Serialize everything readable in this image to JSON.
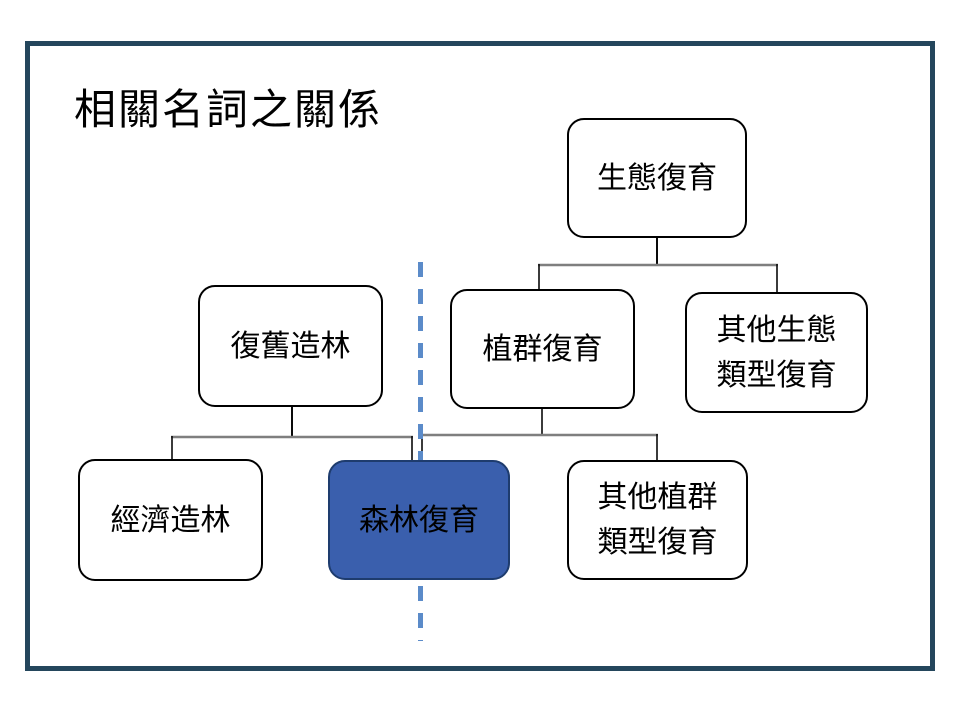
{
  "slide": {
    "title": "相關名詞之關係"
  },
  "diagram": {
    "type": "hierarchy",
    "nodes": [
      {
        "id": "shengtai-fuyu",
        "label": "生態復育",
        "level": 1,
        "highlighted": false
      },
      {
        "id": "fujiu-zaolin",
        "label": "復舊造林",
        "level": 2,
        "highlighted": false
      },
      {
        "id": "zhiqun-fuyu",
        "label": "植群復育",
        "level": 2,
        "highlighted": false
      },
      {
        "id": "qita-shengtai",
        "label": "其他生態\n類型復育",
        "level": 2,
        "highlighted": false
      },
      {
        "id": "jingji-zaolin",
        "label": "經濟造林",
        "level": 3,
        "highlighted": false
      },
      {
        "id": "senlin-fuyu",
        "label": "森林復育",
        "level": 3,
        "highlighted": true
      },
      {
        "id": "qita-zhiqun",
        "label": "其他植群\n類型復育",
        "level": 3,
        "highlighted": false
      }
    ],
    "edges": [
      {
        "from": "shengtai-fuyu",
        "to": "zhiqun-fuyu"
      },
      {
        "from": "shengtai-fuyu",
        "to": "qita-shengtai"
      },
      {
        "from": "fujiu-zaolin",
        "to": "jingji-zaolin"
      },
      {
        "from": "fujiu-zaolin",
        "to": "senlin-fuyu"
      },
      {
        "from": "zhiqun-fuyu",
        "to": "senlin-fuyu"
      },
      {
        "from": "zhiqun-fuyu",
        "to": "qita-zhiqun"
      }
    ],
    "divider": {
      "style": "dashed-vertical",
      "separates": [
        "復舊造林 / 經濟造林 side",
        "生態復育 / 植群復育 side"
      ]
    }
  },
  "colors": {
    "frame_color": "#24465c",
    "accent_blue": "#3a5fad",
    "accent_border": "#1e3c6e",
    "dash_blue": "#5b8bc9",
    "connector_gray": "#7f7f7f",
    "connector_black": "#0a0a0a",
    "node_border": "#000000"
  }
}
